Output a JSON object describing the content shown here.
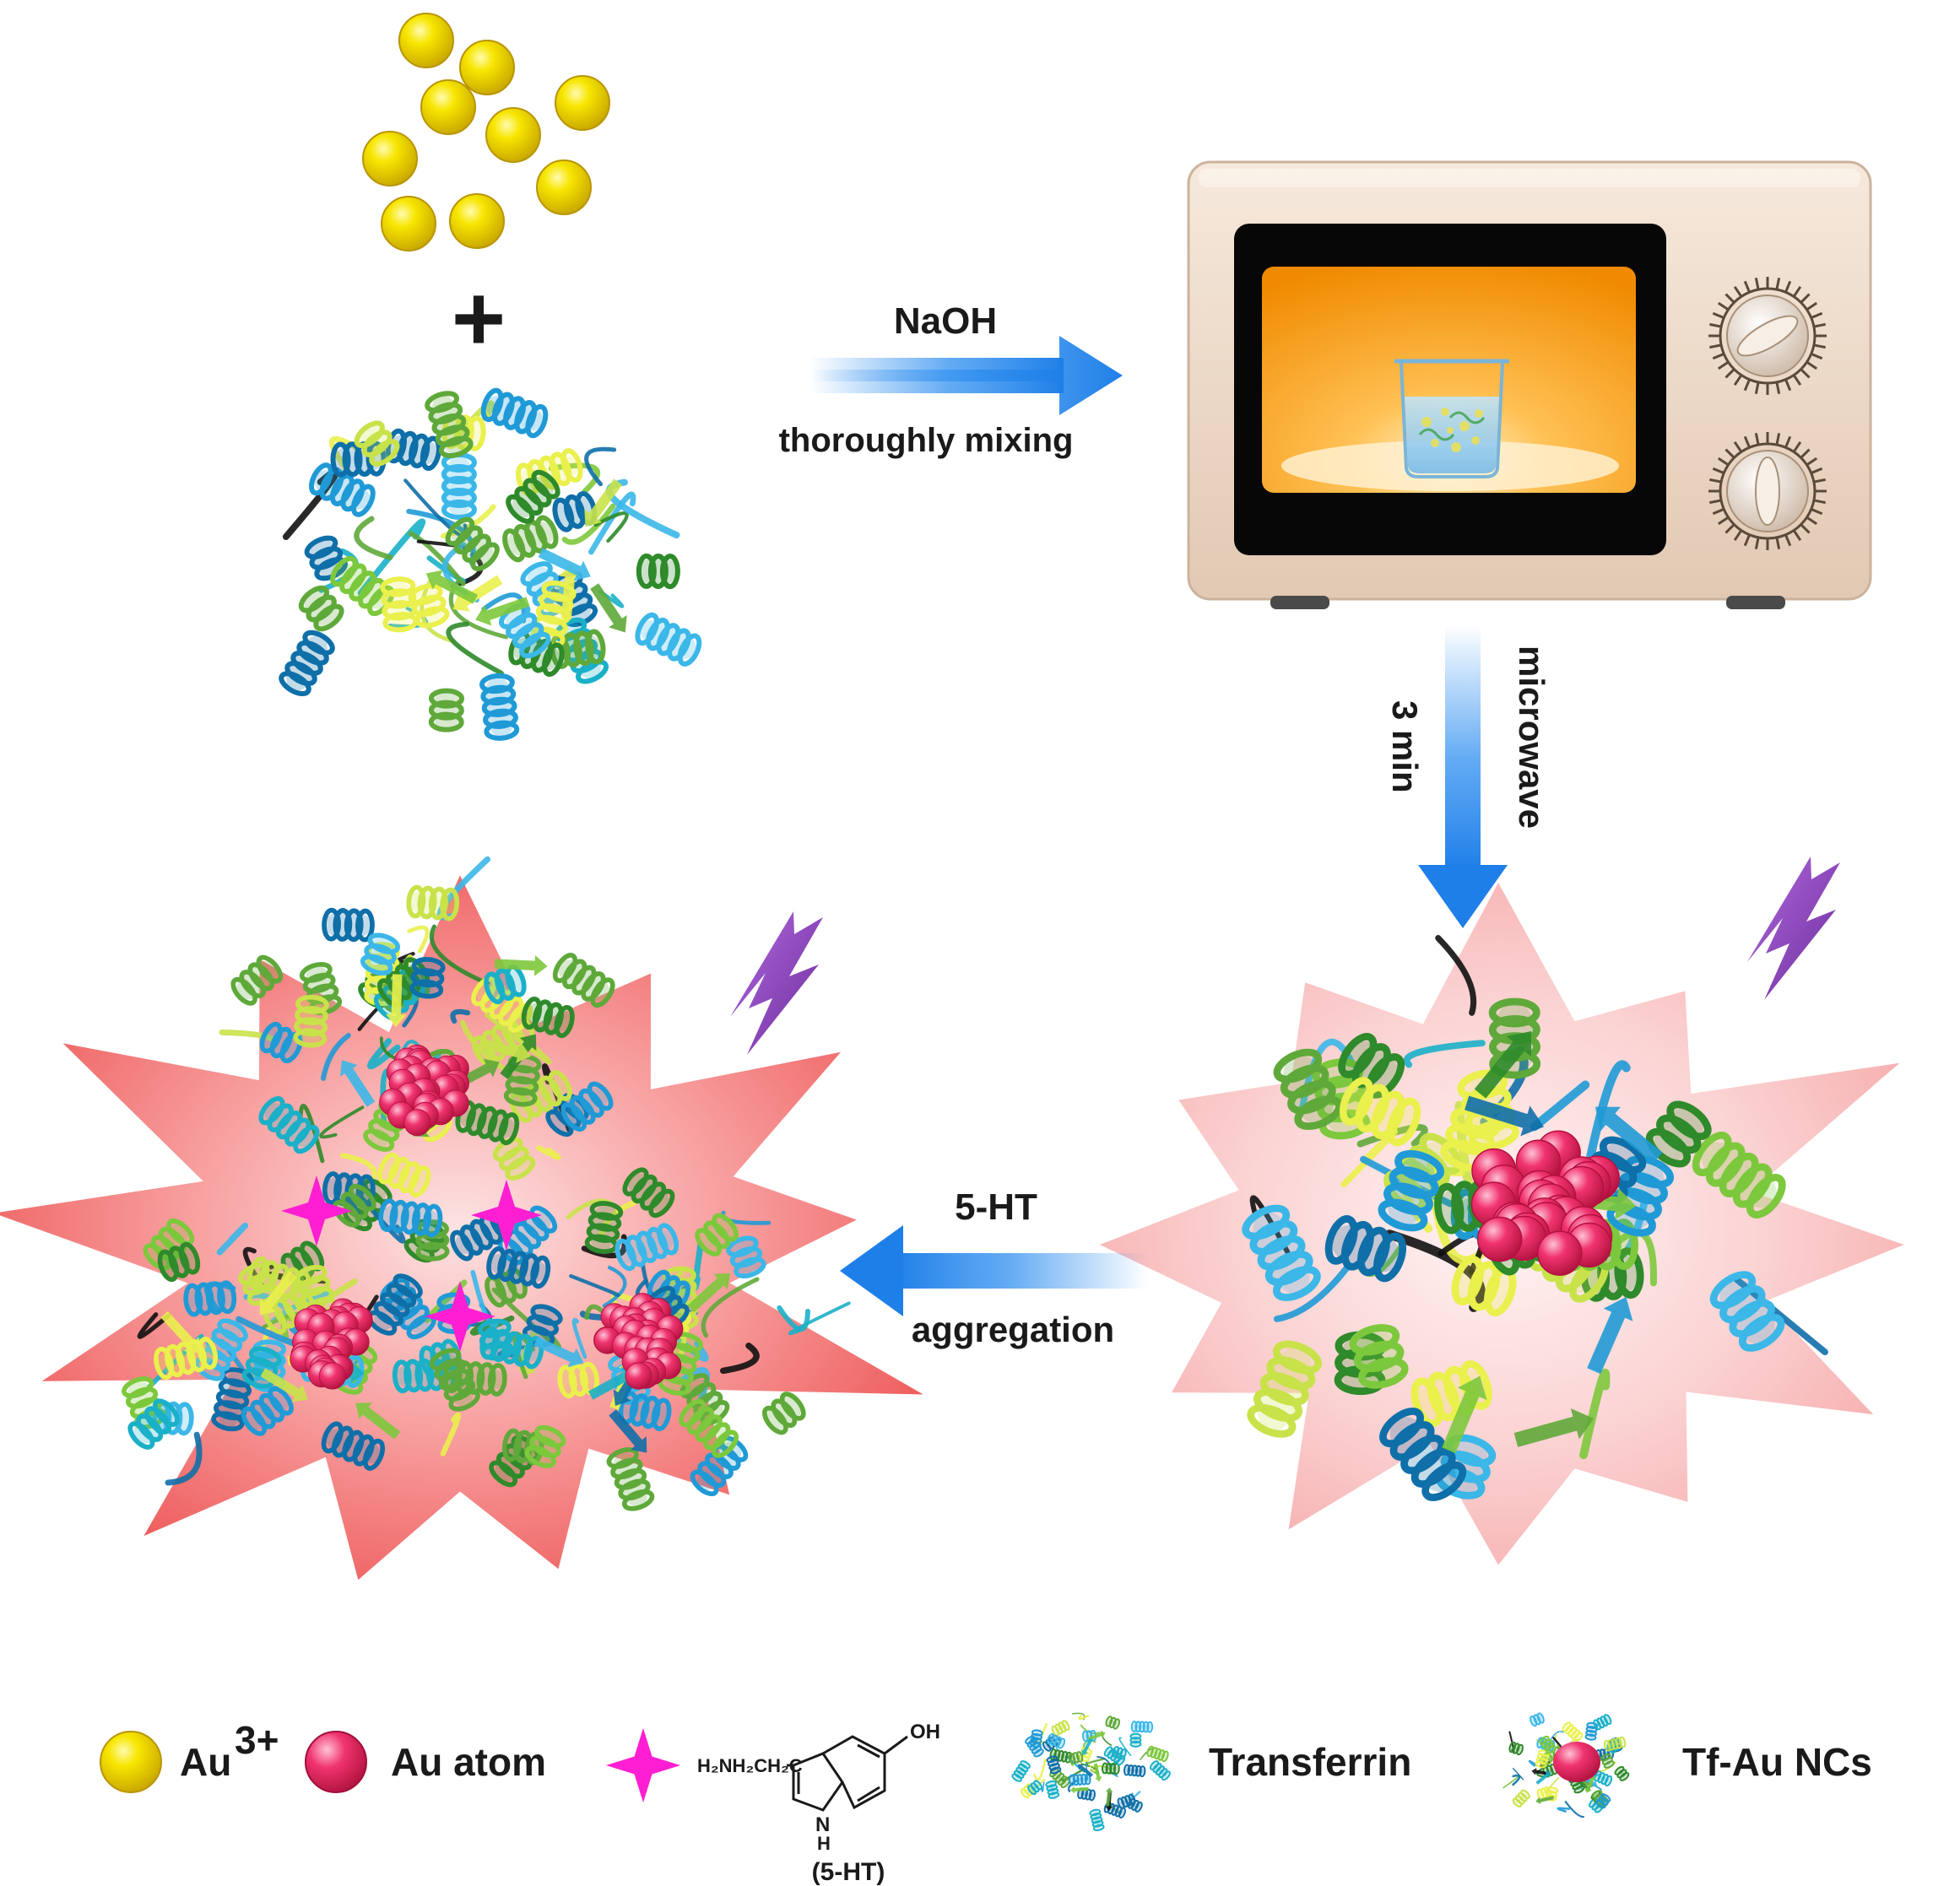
{
  "steps": {
    "mix_label_top": "NaOH",
    "mix_label_bottom": "thoroughly mixing",
    "heat_label_left": "3 min",
    "heat_label_right": "microwave",
    "agg_label_top": "5-HT",
    "agg_label_bottom": "aggregation"
  },
  "plus_sign": "+",
  "legend": {
    "au_ion_base": "Au",
    "au_ion_sup": "3+",
    "au_atom": "Au atom",
    "serotonin_formula": "H₂NH₂CH₂C",
    "serotonin_oh": "OH",
    "serotonin_nh": "N",
    "serotonin_h": "H",
    "serotonin_caption": "(5-HT)",
    "transferrin": "Transferrin",
    "tf_au_ncs": "Tf-Au NCs"
  },
  "colors": {
    "gold": "#f2dc00",
    "au_atom": "#f0336e",
    "arrow": "#2f8ff0",
    "burst_light": "#f7b8b8",
    "burst_dark": "#ef5a5a",
    "lightning": "#8a3db8",
    "crosslink": "#ff1fd2",
    "oven_body": "#ecd9c8",
    "oven_glow": "#f59a12"
  }
}
